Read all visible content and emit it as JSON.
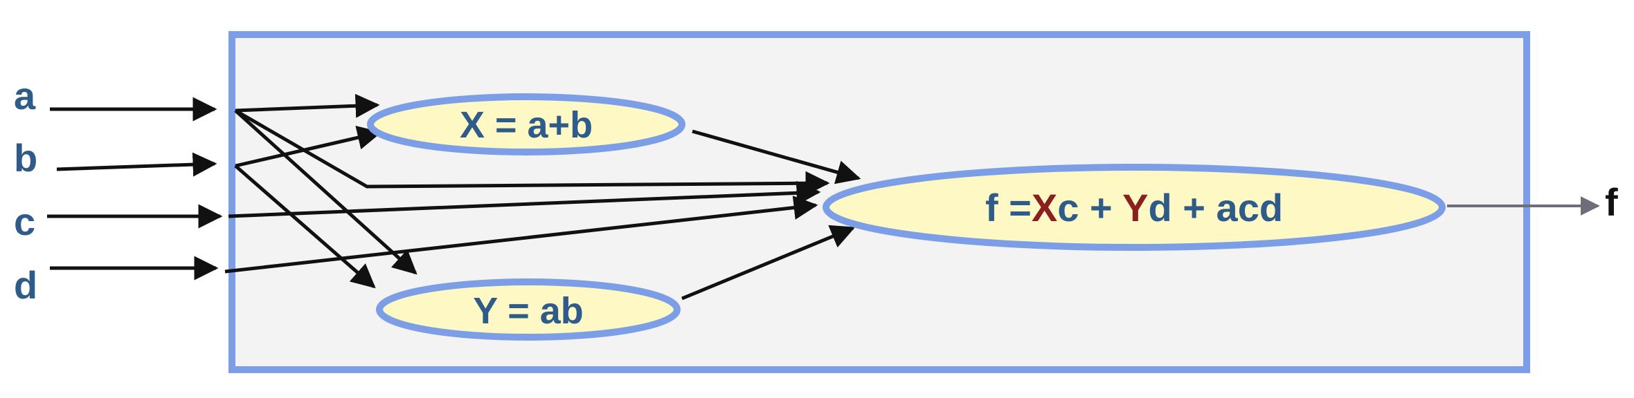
{
  "diagram": {
    "inputs": [
      "a",
      "b",
      "c",
      "d"
    ],
    "output": "f",
    "nodes": {
      "x": "X = a+b",
      "y": "Y = ab",
      "f": {
        "prefix": "f =",
        "x_ref": "X",
        "mid1": "c + ",
        "y_ref": "Y",
        "rest": "d + acd"
      }
    }
  },
  "colors": {
    "box_border": "#7b9ee6",
    "box_fill": "#f3f3f3",
    "ellipse_border": "#7b9ee6",
    "ellipse_fill": "#fdf8c4",
    "text_blue": "#2e5b8a",
    "text_red": "#8b1e1e",
    "arrow": "#111111",
    "output_arrow": "#6e6e7a"
  }
}
